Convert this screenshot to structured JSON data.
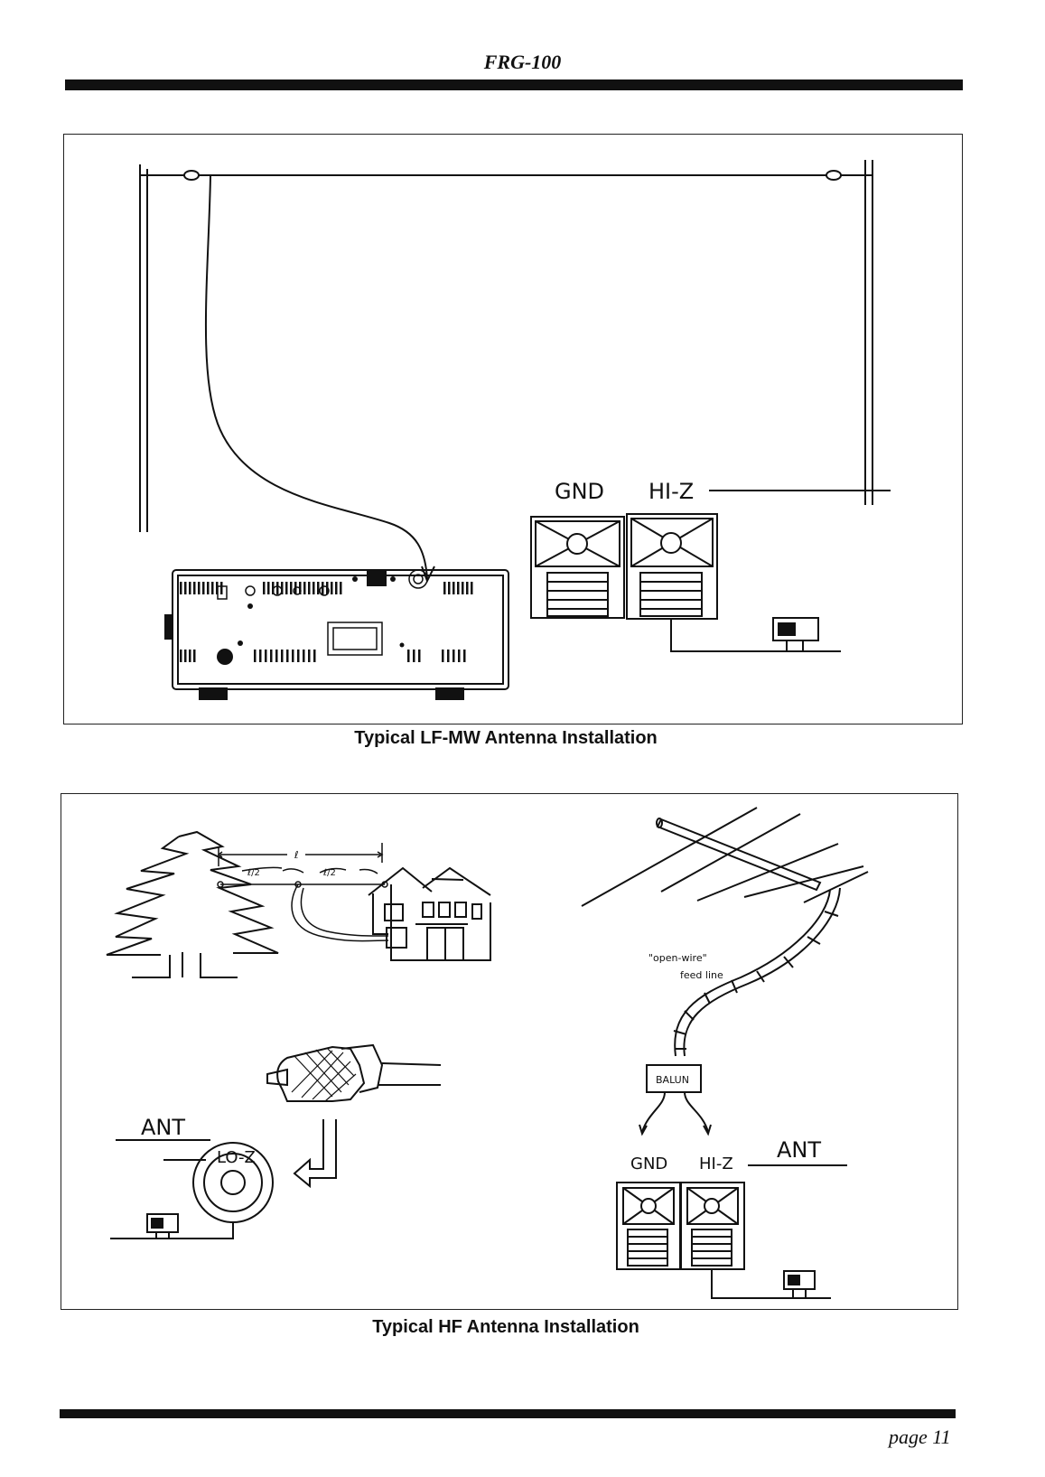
{
  "header": {
    "title": "FRG-100"
  },
  "figure1": {
    "caption": "Typical LF-MW Antenna Installation",
    "labels": {
      "gnd": "GND",
      "hiz": "HI-Z"
    }
  },
  "figure2": {
    "caption": "Typical HF Antenna Installation",
    "dipole": {
      "total": "ℓ",
      "half_left": "ℓ/2",
      "half_right": "ℓ/2"
    },
    "feedline_line1": "\"open-wire\"",
    "feedline_line2": "feed line",
    "balun": "BALUN",
    "left_labels": {
      "ant": "ANT",
      "loz": "LO-Z"
    },
    "right_labels": {
      "gnd": "GND",
      "hiz": "HI-Z",
      "ant": "ANT"
    }
  },
  "footer": {
    "page": "page 11"
  }
}
